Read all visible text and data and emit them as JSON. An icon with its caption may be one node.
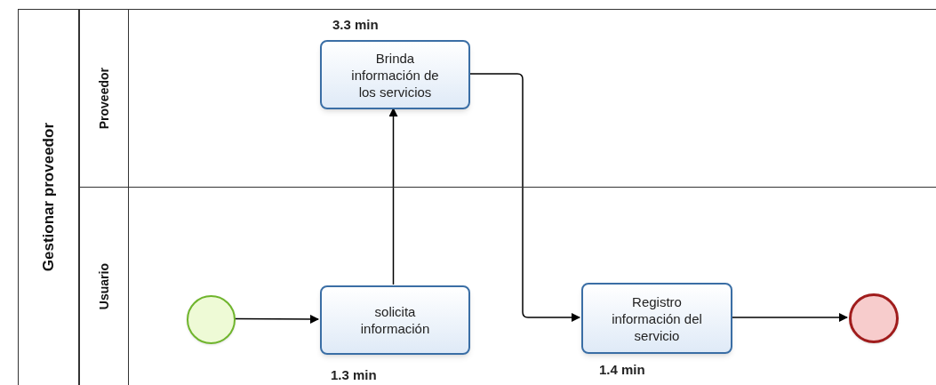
{
  "diagram": {
    "nodes": [
      {
        "text": [
          "Gestionar proveedor"
        ]
      },
      {
        "text": [
          "Proveedor"
        ],
        "in": 0
      },
      {
        "text": [
          "Usuario"
        ],
        "in": 0
      },
      {
        "text": [],
        "shape": "circle",
        "in": 2
      },
      {
        "text": [
          "solicita información"
        ],
        "in": 2,
        "beside": [
          "1.3 min"
        ]
      },
      {
        "text": [
          "Brinda información de los servicios"
        ],
        "in": 1,
        "beside": [
          "3.3 min"
        ]
      },
      {
        "text": [
          "Registro información del servicio"
        ],
        "in": 2,
        "beside": [
          "1.4 min"
        ]
      },
      {
        "text": [],
        "shape": "circle",
        "in": 2
      }
    ],
    "edges": [
      {
        "from": 3,
        "to": 4,
        "arrow": "to"
      },
      {
        "from": 4,
        "to": 5,
        "arrow": "to"
      },
      {
        "from": 5,
        "to": 6,
        "arrow": "to"
      },
      {
        "from": 6,
        "to": 7,
        "arrow": "to"
      }
    ]
  }
}
